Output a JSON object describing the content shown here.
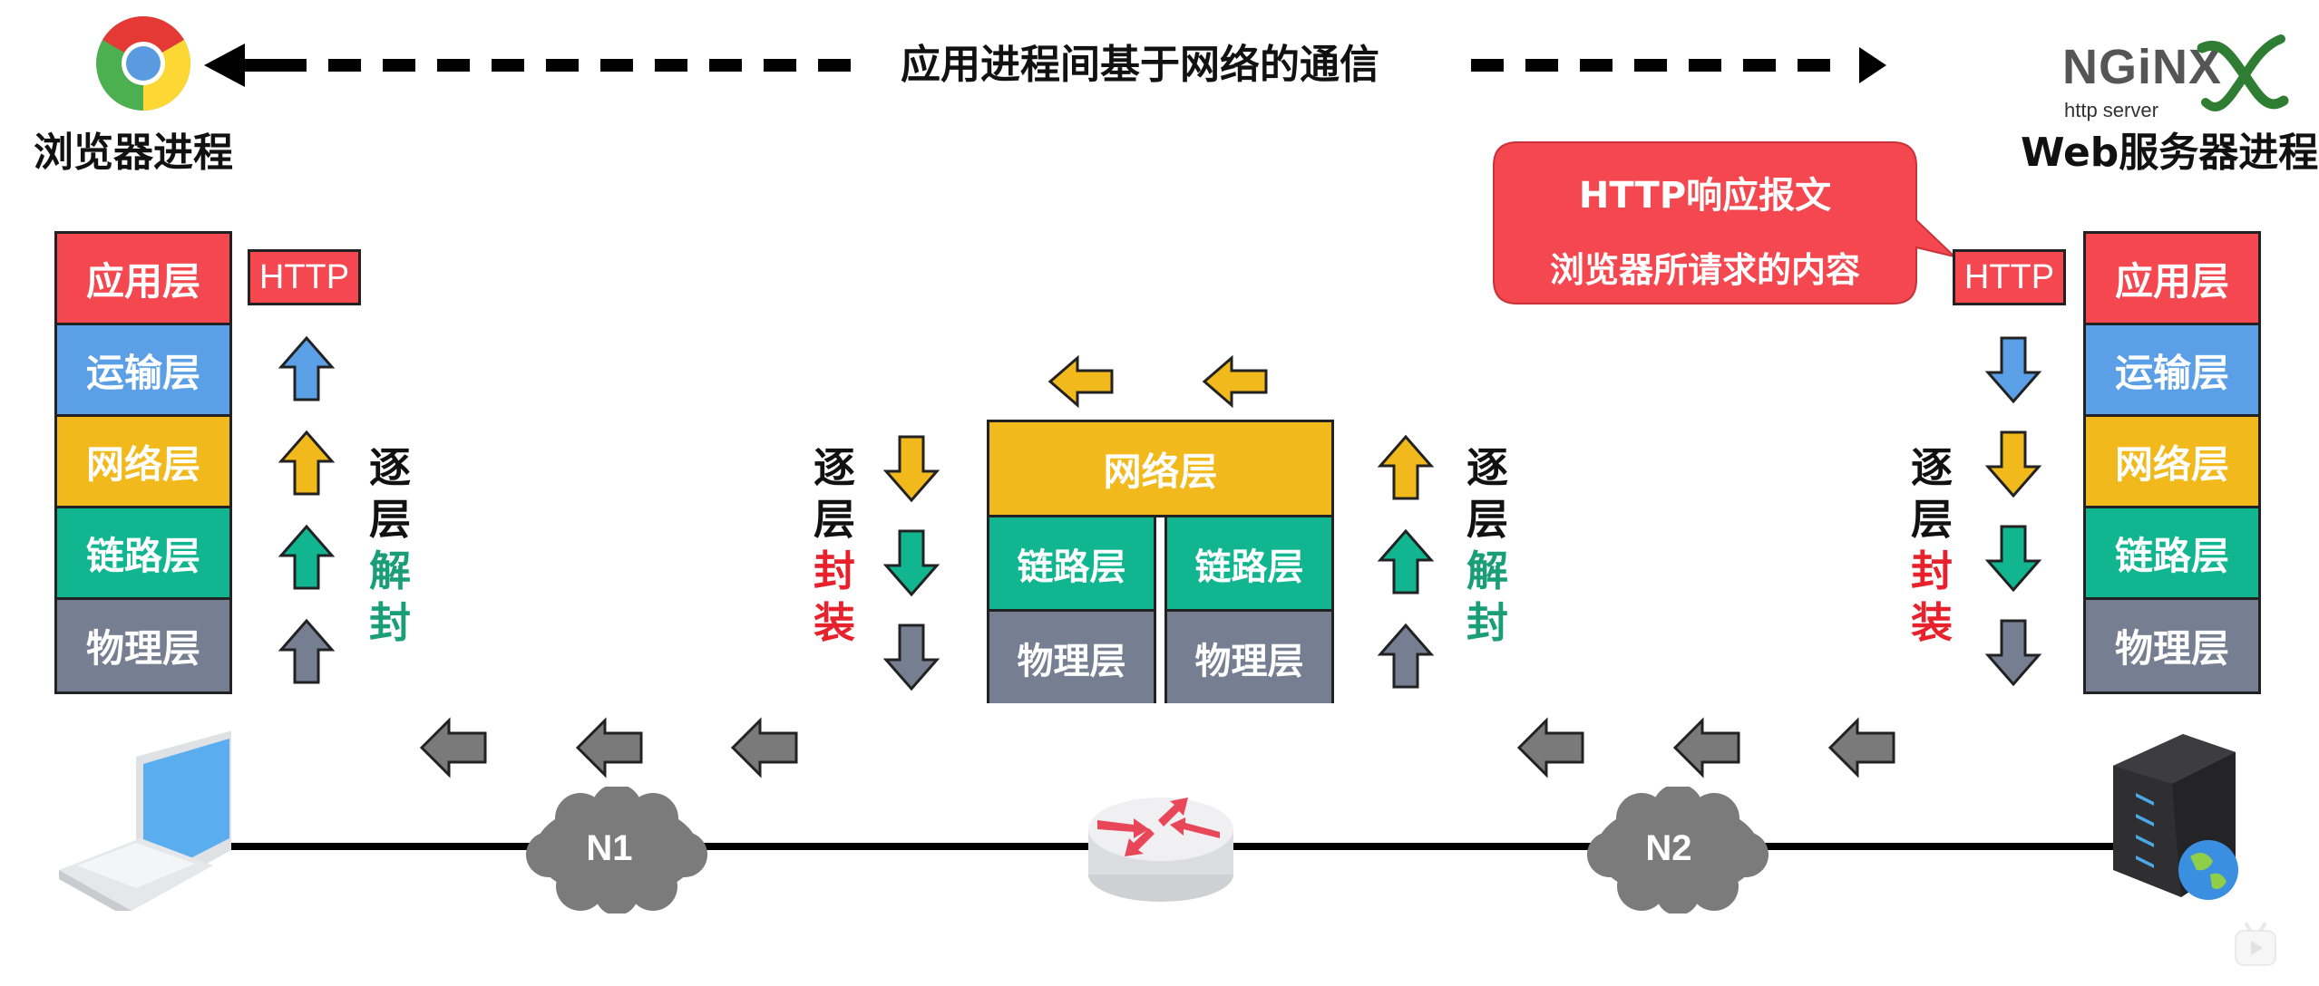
{
  "title": "应用进程间基于网络的通信",
  "client": {
    "label": "浏览器进程",
    "icon": "chrome-browser-icon"
  },
  "server": {
    "label": "Web服务器进程",
    "logo_text": "NGiNX",
    "logo_subtext": "http server",
    "icon": "nginx-logo-icon"
  },
  "layers": [
    {
      "name": "应用层",
      "color": "#f5474f"
    },
    {
      "name": "运输层",
      "color": "#5b9fe6"
    },
    {
      "name": "网络层",
      "color": "#f2b91c"
    },
    {
      "name": "链路层",
      "color": "#11b691"
    },
    {
      "name": "物理层",
      "color": "#767f91"
    }
  ],
  "router_layers": {
    "network": "网络层",
    "link": "链路层",
    "physical": "物理层"
  },
  "http_tag": "HTTP",
  "callout": {
    "line1": "HTTP响应报文",
    "line2": "浏览器所请求的内容"
  },
  "labels": {
    "decap": [
      "逐",
      "层",
      "解",
      "封"
    ],
    "encap": [
      "逐",
      "层",
      "封",
      "装"
    ]
  },
  "network": {
    "n1": "N1",
    "n2": "N2"
  },
  "colors": {
    "red": "#f5474f",
    "blue": "#5b9fe6",
    "yellow": "#f2b91c",
    "green": "#11b691",
    "gray": "#767f91",
    "decap_text": "#1a9e78",
    "encap_text": "#e8222c",
    "flow_arrow": "#7a7a7a"
  }
}
